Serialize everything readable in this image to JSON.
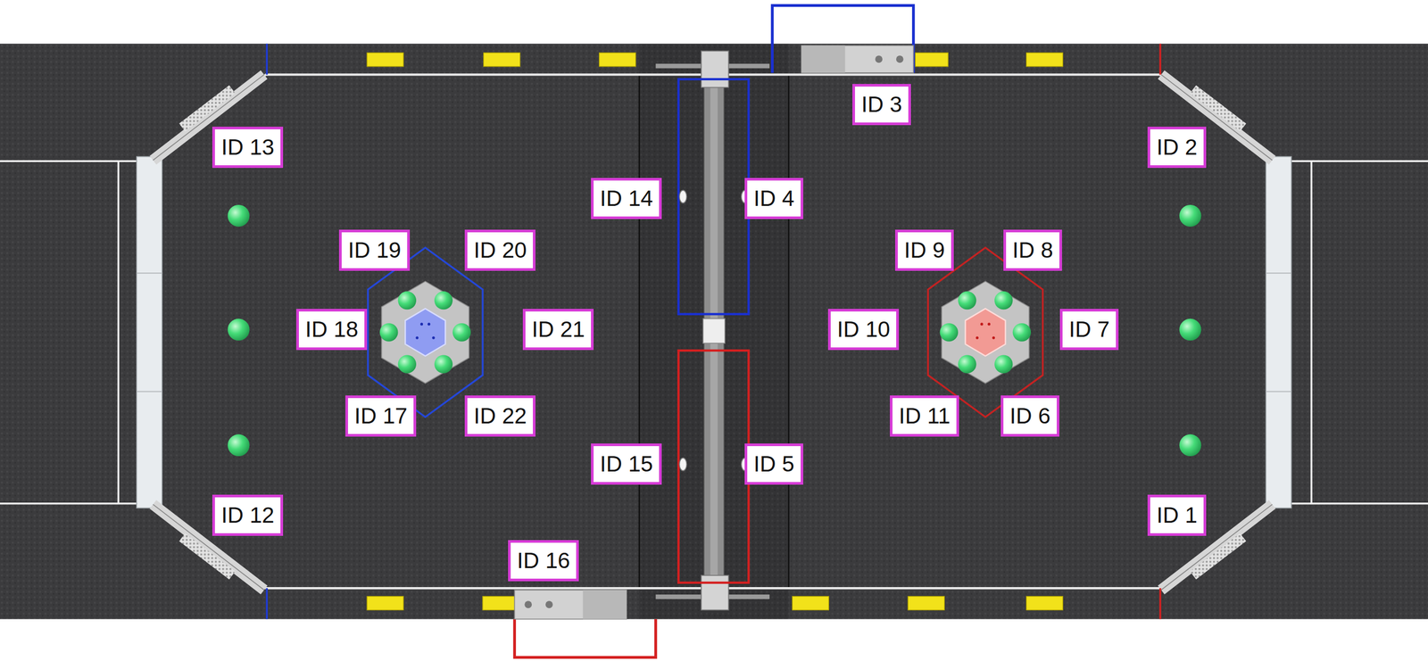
{
  "diagram": {
    "nodes": [
      {
        "text": [
          "ID 3"
        ]
      },
      {
        "text": [
          "ID 13"
        ]
      },
      {
        "text": [
          "ID 2"
        ]
      },
      {
        "text": [
          "ID 14"
        ]
      },
      {
        "text": [
          "ID 4"
        ]
      },
      {
        "text": [
          "ID 19"
        ]
      },
      {
        "text": [
          "ID 20"
        ]
      },
      {
        "text": [
          "ID 9"
        ]
      },
      {
        "text": [
          "ID 8"
        ]
      },
      {
        "text": [
          "ID 18"
        ]
      },
      {
        "text": [
          "ID 21"
        ]
      },
      {
        "text": [
          "ID 10"
        ]
      },
      {
        "text": [
          "ID 7"
        ]
      },
      {
        "text": [
          "ID 17"
        ]
      },
      {
        "text": [
          "ID 22"
        ]
      },
      {
        "text": [
          "ID 11"
        ]
      },
      {
        "text": [
          "ID 6"
        ]
      },
      {
        "text": [
          "ID 15"
        ]
      },
      {
        "text": [
          "ID 5"
        ]
      },
      {
        "text": [
          "ID 12"
        ]
      },
      {
        "text": [
          "ID 1"
        ]
      },
      {
        "text": [
          "ID 16"
        ]
      }
    ]
  }
}
